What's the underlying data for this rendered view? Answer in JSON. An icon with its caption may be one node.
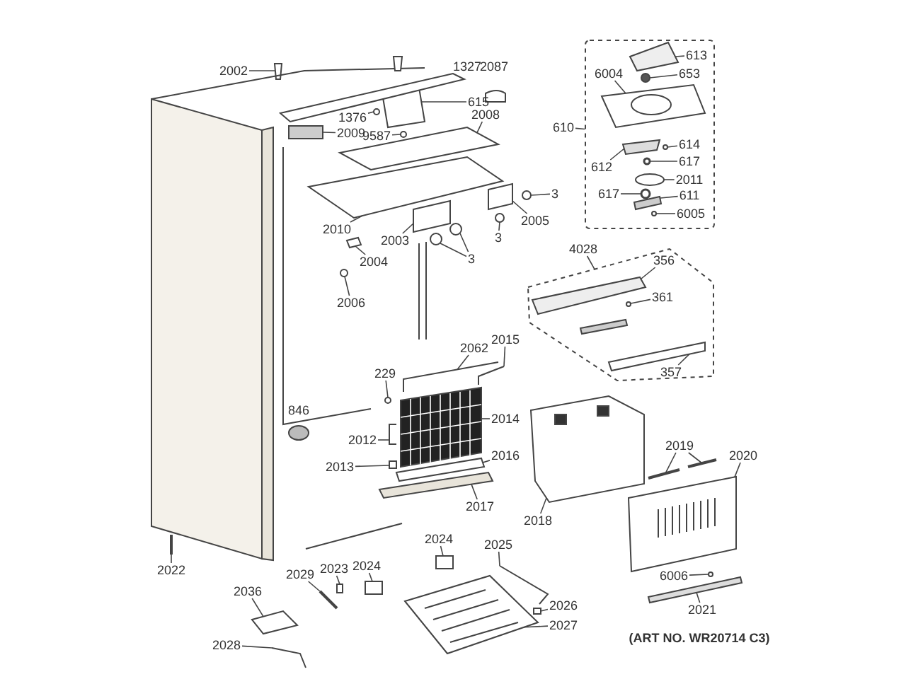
{
  "diagram": {
    "nodes": [
      {
        "text": [
          "2002"
        ]
      },
      {
        "text": [
          "615"
        ]
      },
      {
        "text": [
          "1376"
        ]
      },
      {
        "text": [
          "9587"
        ]
      },
      {
        "text": [
          "2009"
        ]
      },
      {
        "text": [
          "2008"
        ]
      },
      {
        "text": [
          "2010"
        ]
      },
      {
        "text": [
          "2005"
        ]
      },
      {
        "text": [
          "3"
        ]
      },
      {
        "text": [
          "3"
        ]
      },
      {
        "text": [
          "2003"
        ]
      },
      {
        "text": [
          "3"
        ]
      },
      {
        "text": [
          "2004"
        ]
      },
      {
        "text": [
          "2006"
        ]
      },
      {
        "text": [],
        "shape": "box"
      },
      {
        "text": [
          "613"
        ],
        "in": 14
      },
      {
        "text": [
          "653"
        ],
        "in": 14
      },
      {
        "text": [
          "6004"
        ],
        "in": 14
      },
      {
        "text": [
          "614"
        ],
        "in": 14
      },
      {
        "text": [
          "612"
        ],
        "in": 14
      },
      {
        "text": [
          "617"
        ],
        "in": 14
      },
      {
        "text": [
          "2011"
        ],
        "in": 14
      },
      {
        "text": [
          "617"
        ],
        "in": 14
      },
      {
        "text": [
          "611"
        ],
        "in": 14
      },
      {
        "text": [
          "6005"
        ],
        "in": 14
      },
      {
        "text": [
          "610"
        ]
      },
      {
        "text": [],
        "shape": "box"
      },
      {
        "text": [
          "4028"
        ]
      },
      {
        "text": [
          "356"
        ],
        "in": 26
      },
      {
        "text": [
          "361"
        ],
        "in": 26
      },
      {
        "text": [
          "357"
        ],
        "in": 26
      },
      {
        "text": [
          "229"
        ]
      },
      {
        "text": [
          "2062"
        ]
      },
      {
        "text": [
          "2015"
        ]
      },
      {
        "text": [
          "2014"
        ]
      },
      {
        "text": [
          "2012"
        ]
      },
      {
        "text": [
          "2016"
        ]
      },
      {
        "text": [
          "2013"
        ]
      },
      {
        "text": [
          "2017"
        ]
      },
      {
        "text": [
          "2018"
        ]
      },
      {
        "text": [
          "2022"
        ]
      },
      {
        "text": [
          "2036"
        ]
      },
      {
        "text": [
          "2028"
        ]
      },
      {
        "text": [
          "2029"
        ]
      },
      {
        "text": [
          "2023"
        ]
      },
      {
        "text": [
          "2024"
        ]
      },
      {
        "text": [
          "2024"
        ]
      },
      {
        "text": [
          "2025"
        ]
      },
      {
        "text": [
          "2026"
        ]
      },
      {
        "text": [
          "2027"
        ]
      },
      {
        "text": [
          "2019"
        ]
      },
      {
        "text": [
          "2020"
        ]
      },
      {
        "text": [
          "6006"
        ]
      },
      {
        "text": [
          "2021"
        ]
      },
      {
        "text": [],
        "shape": "box"
      },
      {
        "text": [],
        "shape": "box"
      },
      {
        "text": [],
        "shape": "circle"
      },
      {
        "text": [],
        "shape": "circle"
      },
      {
        "text": [],
        "shape": "box"
      },
      {
        "text": [],
        "shape": "box"
      },
      {
        "text": [],
        "shape": "box"
      },
      {
        "text": [],
        "shape": "box"
      },
      {
        "text": [],
        "shape": "circle"
      },
      {
        "text": [],
        "shape": "circle"
      },
      {
        "text": [],
        "shape": "box"
      },
      {
        "text": [],
        "shape": "circle"
      },
      {
        "text": [],
        "shape": "circle"
      },
      {
        "text": [],
        "shape": "box"
      },
      {
        "text": [],
        "shape": "circle"
      },
      {
        "text": [],
        "shape": "box",
        "in": 14
      },
      {
        "text": [],
        "shape": "circle",
        "in": 14
      },
      {
        "text": [],
        "shape": "picture",
        "in": 14
      },
      {
        "text": [],
        "shape": "circle",
        "in": 14
      },
      {
        "text": [],
        "shape": "box",
        "in": 14
      },
      {
        "text": [],
        "shape": "circle",
        "in": 14
      },
      {
        "text": [],
        "shape": "circle",
        "in": 14
      },
      {
        "text": [],
        "shape": "circle",
        "in": 14
      },
      {
        "text": [],
        "shape": "box",
        "in": 14
      },
      {
        "text": [],
        "shape": "circle",
        "in": 14
      },
      {
        "text": [],
        "shape": "box",
        "in": 26
      },
      {
        "text": [],
        "shape": "circle",
        "in": 26
      },
      {
        "text": [],
        "shape": "box",
        "in": 26
      },
      {
        "text": [],
        "shape": "circle"
      },
      {
        "text": [],
        "shape": "bar"
      },
      {
        "text": [],
        "shape": "bar"
      },
      {
        "text": [],
        "shape": "picture"
      },
      {
        "text": [],
        "shape": "bar"
      },
      {
        "text": [],
        "shape": "box"
      },
      {
        "text": [],
        "shape": "box"
      },
      {
        "text": [],
        "shape": "box"
      },
      {
        "text": [],
        "shape": "picture"
      },
      {
        "text": [],
        "shape": "bar"
      },
      {
        "text": [],
        "shape": "box"
      },
      {
        "text": [],
        "shape": "bar"
      },
      {
        "text": [],
        "shape": "bar"
      },
      {
        "text": [],
        "shape": "box"
      },
      {
        "text": [],
        "shape": "box"
      },
      {
        "text": [],
        "shape": "box"
      },
      {
        "text": [],
        "shape": "bar"
      },
      {
        "text": [],
        "shape": "box"
      },
      {
        "text": [],
        "shape": "picture"
      },
      {
        "text": [],
        "shape": "bar"
      },
      {
        "text": [],
        "shape": "bar"
      },
      {
        "text": [],
        "shape": "picture"
      },
      {
        "text": [],
        "shape": "circle"
      },
      {
        "text": [],
        "shape": "box"
      }
    ],
    "edges": [
      {
        "from": 0,
        "to": 54,
        "arrow": "none"
      },
      {
        "from": 1,
        "to": 55,
        "arrow": "none"
      },
      {
        "from": 2,
        "to": 56,
        "arrow": "none"
      },
      {
        "from": 3,
        "to": 57,
        "arrow": "none"
      },
      {
        "from": 4,
        "to": 58,
        "arrow": "none"
      },
      {
        "from": 5,
        "to": 59,
        "arrow": "none"
      },
      {
        "from": 6,
        "to": 60,
        "arrow": "none"
      },
      {
        "from": 7,
        "to": 61,
        "arrow": "none"
      },
      {
        "from": 8,
        "to": 62,
        "arrow": "none"
      },
      {
        "from": 9,
        "to": 63,
        "arrow": "none"
      },
      {
        "from": 10,
        "to": 64,
        "arrow": "none"
      },
      {
        "from": 11,
        "to": 65,
        "arrow": "none"
      },
      {
        "from": 11,
        "to": 66,
        "arrow": "none"
      },
      {
        "from": 12,
        "to": 67,
        "arrow": "none"
      },
      {
        "from": 13,
        "to": 68,
        "arrow": "none"
      },
      {
        "from": 15,
        "to": 69,
        "arrow": "none"
      },
      {
        "from": 16,
        "to": 70,
        "arrow": "none"
      },
      {
        "from": 17,
        "to": 71,
        "arrow": "none"
      },
      {
        "from": 18,
        "to": 72,
        "arrow": "none"
      },
      {
        "from": 19,
        "to": 73,
        "arrow": "none"
      },
      {
        "from": 20,
        "to": 74,
        "arrow": "none"
      },
      {
        "from": 21,
        "to": 75,
        "arrow": "none"
      },
      {
        "from": 22,
        "to": 76,
        "arrow": "none"
      },
      {
        "from": 23,
        "to": 77,
        "arrow": "none"
      },
      {
        "from": 24,
        "to": 78,
        "arrow": "none"
      },
      {
        "from": 25,
        "to": 14,
        "arrow": "none"
      },
      {
        "from": 27,
        "to": 26,
        "arrow": "none"
      },
      {
        "from": 28,
        "to": 79,
        "arrow": "none"
      },
      {
        "from": 29,
        "to": 80,
        "arrow": "none"
      },
      {
        "from": 30,
        "to": 81,
        "arrow": "none"
      },
      {
        "from": 31,
        "to": 82,
        "arrow": "none"
      },
      {
        "from": 32,
        "to": 83,
        "arrow": "none"
      },
      {
        "from": 33,
        "to": 84,
        "arrow": "none"
      },
      {
        "from": 34,
        "to": 85,
        "arrow": "none"
      },
      {
        "from": 35,
        "to": 86,
        "arrow": "none"
      },
      {
        "from": 36,
        "to": 87,
        "arrow": "none"
      },
      {
        "from": 37,
        "to": 88,
        "arrow": "none"
      },
      {
        "from": 38,
        "to": 89,
        "arrow": "none"
      },
      {
        "from": 39,
        "to": 90,
        "arrow": "none"
      },
      {
        "from": 40,
        "to": 91,
        "arrow": "none"
      },
      {
        "from": 41,
        "to": 92,
        "arrow": "none"
      },
      {
        "from": 42,
        "to": 93,
        "arrow": "none"
      },
      {
        "from": 43,
        "to": 94,
        "arrow": "none"
      },
      {
        "from": 44,
        "to": 95,
        "arrow": "none"
      },
      {
        "from": 45,
        "to": 96,
        "arrow": "none"
      },
      {
        "from": 46,
        "to": 97,
        "arrow": "none"
      },
      {
        "from": 47,
        "to": 98,
        "arrow": "none"
      },
      {
        "from": 48,
        "to": 99,
        "arrow": "none"
      },
      {
        "from": 49,
        "to": 100,
        "arrow": "none"
      },
      {
        "from": 50,
        "to": 101,
        "arrow": "none"
      },
      {
        "from": 50,
        "to": 102,
        "arrow": "none"
      },
      {
        "from": 51,
        "to": 103,
        "arrow": "none"
      },
      {
        "from": 52,
        "to": 104,
        "arrow": "none"
      },
      {
        "from": 53,
        "to": 105,
        "arrow": "none"
      }
    ],
    "labels": [
      "1327",
      "2087",
      "846",
      "(ART NO. WR20714 C3)"
    ]
  }
}
